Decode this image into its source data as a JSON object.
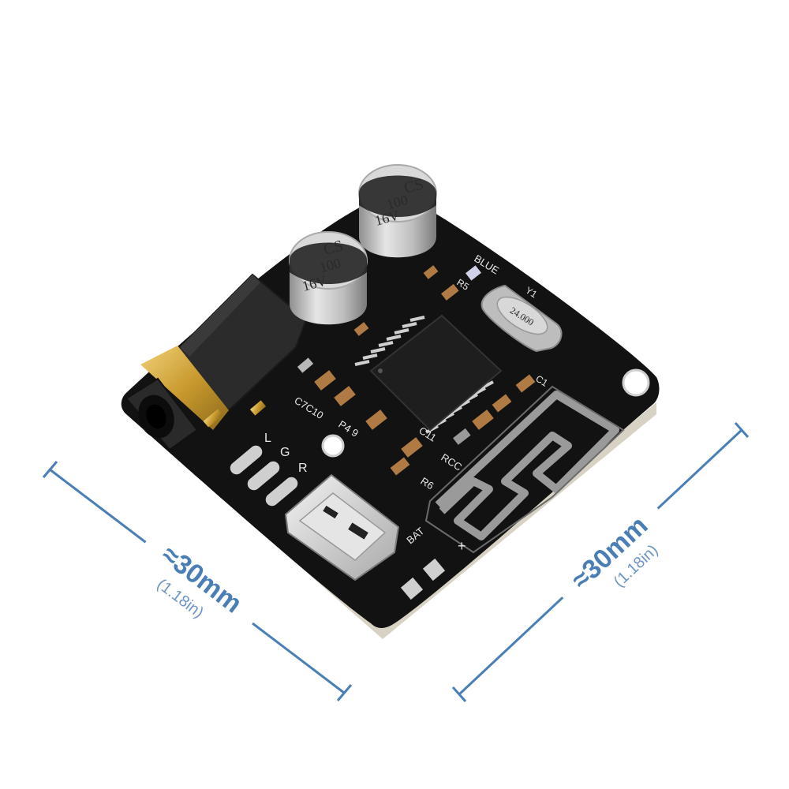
{
  "colors": {
    "pcb": "#121212",
    "pcb_edge": "#d7d2c4",
    "silkscreen": "#e8e8e8",
    "dimension": "#4a7fb5",
    "gold": "#d4a93a",
    "capacitor": "#c9c9c9"
  },
  "capacitors": [
    {
      "line1": "CS",
      "line2": "100",
      "line3": "16V"
    },
    {
      "line1": "CS",
      "line2": "100",
      "line3": "16V"
    }
  ],
  "crystal": {
    "marking": "24.000",
    "ref": "Y1"
  },
  "silkscreen": {
    "led": "BLUE",
    "r5": "R5",
    "c1": "C1",
    "c7c10": "C7C10",
    "p49": "P4 9",
    "c11": "C11",
    "r6": "R6",
    "rcc": "RCC",
    "bat": "BAT",
    "plus": "+",
    "l": "L",
    "g": "G",
    "r": "R"
  },
  "dimensions": {
    "left": {
      "value": "≈30mm",
      "imperial": "(1.18in)"
    },
    "right": {
      "value": "≈30mm",
      "imperial": "(1.18in)"
    }
  }
}
